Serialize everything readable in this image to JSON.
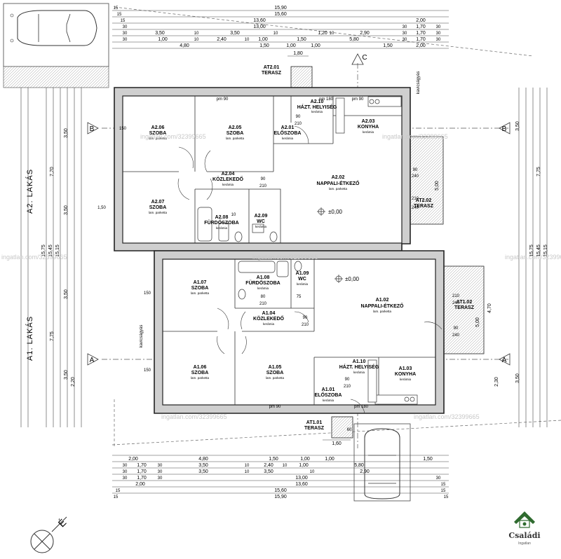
{
  "top_dims": {
    "row1": [
      "15",
      "15,90"
    ],
    "row2": [
      "15",
      "15,60"
    ],
    "row3": [
      "15",
      "13,60",
      "2,00"
    ],
    "row4": [
      "30",
      "13,00",
      "30",
      "1,70",
      "30"
    ],
    "row5": [
      "30",
      "3,50",
      "10",
      "3,50",
      "10",
      "1,20",
      "10",
      "2,90",
      "30",
      "1,70",
      "30"
    ],
    "row6": [
      "30",
      "1,00",
      "10",
      "2,40",
      "10",
      "1,00",
      "1,50",
      "5,80",
      "30",
      "1,70",
      "30"
    ],
    "row7": [
      "4,80",
      "1,50",
      "1,00",
      "1,00",
      "1,50",
      "2,00"
    ],
    "row8": [
      "1,80"
    ]
  },
  "bottom_dims": {
    "row1": [
      "2,00",
      "4,80",
      "1,50",
      "1,00",
      "1,00",
      "1,50"
    ],
    "row2": [
      "30",
      "1,70",
      "30",
      "3,50",
      "10",
      "2,40",
      "10",
      "1,00",
      "5,80"
    ],
    "row3": [
      "30",
      "1,70",
      "30",
      "3,50",
      "10",
      "3,50",
      "10",
      "2,90"
    ],
    "row4": [
      "30",
      "1,70",
      "30",
      "13,00",
      "30"
    ],
    "row5": [
      "2,00",
      "13,60",
      "15"
    ],
    "row6": [
      "15",
      "15,60",
      "15"
    ],
    "row7": [
      "15",
      "15,90",
      "15"
    ],
    "row8": [
      "1,60"
    ]
  },
  "left_dims": [
    "3,50",
    "7,70",
    "3,50",
    "15,75",
    "15,45",
    "15,15",
    "3,50",
    "7,75",
    "3,50",
    "1,50",
    "2,20"
  ],
  "right_dims": [
    "3,50",
    "7,75",
    "5,00",
    "15,75",
    "15,45",
    "15,15",
    "4,70",
    "5,00",
    "2,30",
    "3,50"
  ],
  "axes": {
    "a": "A",
    "b": "B",
    "c": "C"
  },
  "labels": {
    "lakas2": "A2. LAKÁS",
    "lakas1": "A1. LAKÁS",
    "kavicsagyas": "kavicságyás",
    "pm90": "pm 90",
    "pm180": "pm 180",
    "level_zero": "±0,00",
    "terrace_at01_code": "AT1.01",
    "terrace_at01_name": "TERASZ",
    "terrace_at02_code": "AT2.02",
    "terrace_at02_name": "TERASZ",
    "terrace_at102_code": "AT1.02",
    "terrace_at102_name": "TERASZ",
    "terrace_at201_code": "AT2.01",
    "terrace_at201_name": "TERASZ",
    "terrace_at0101_code": "AT1.01",
    "terrace_at0101_name": "TERASZ"
  },
  "rooms": [
    {
      "code": "A2.06",
      "name": "SZOBA",
      "sub": "lam. parketta"
    },
    {
      "code": "A2.05",
      "name": "SZOBA",
      "sub": "lam. parketta"
    },
    {
      "code": "A2.01",
      "name": "ELŐSZOBA",
      "sub": "kerámia"
    },
    {
      "code": "A2.10",
      "name": "HÁZT. HELYISÉG",
      "sub": "kerámia"
    },
    {
      "code": "A2.03",
      "name": "KONYHA",
      "sub": "kerámia"
    },
    {
      "code": "A2.04",
      "name": "KÖZLEKEDŐ",
      "sub": "kerámia"
    },
    {
      "code": "A2.02",
      "name": "NAPPALI-ÉTKEZŐ",
      "sub": "lam. parketta"
    },
    {
      "code": "A2.07",
      "name": "SZOBA",
      "sub": "lam. parketta"
    },
    {
      "code": "A2.08",
      "name": "FÜRDŐSZOBA",
      "sub": "kerámia"
    },
    {
      "code": "A2.09",
      "name": "WC",
      "sub": "kerámia"
    },
    {
      "code": "A1.07",
      "name": "SZOBA",
      "sub": "lam. parketta"
    },
    {
      "code": "A1.08",
      "name": "FÜRDŐSZOBA",
      "sub": "kerámia"
    },
    {
      "code": "A1.09",
      "name": "WC",
      "sub": "kerámia"
    },
    {
      "code": "A1.02",
      "name": "NAPPALI-ÉTKEZŐ",
      "sub": "lam. parketta"
    },
    {
      "code": "A1.04",
      "name": "KÖZLEKEDŐ",
      "sub": "kerámia"
    },
    {
      "code": "A1.06",
      "name": "SZOBA",
      "sub": "lam. parketta"
    },
    {
      "code": "A1.05",
      "name": "SZOBA",
      "sub": "lam. parketta"
    },
    {
      "code": "A1.10",
      "name": "HÁZT. HELYISÉG",
      "sub": "kerámia"
    },
    {
      "code": "A1.03",
      "name": "KONYHA",
      "sub": "kerámia"
    },
    {
      "code": "A1.01",
      "name": "ELŐSZOBA",
      "sub": "kerámia"
    }
  ],
  "doors": [
    "90",
    "210",
    "80",
    "75",
    "150",
    "240",
    "10",
    "60"
  ],
  "watermark": "ingatlan.com/32399665",
  "logo": {
    "line1": "Családi",
    "line2": "Ingatlan"
  },
  "north": "É"
}
